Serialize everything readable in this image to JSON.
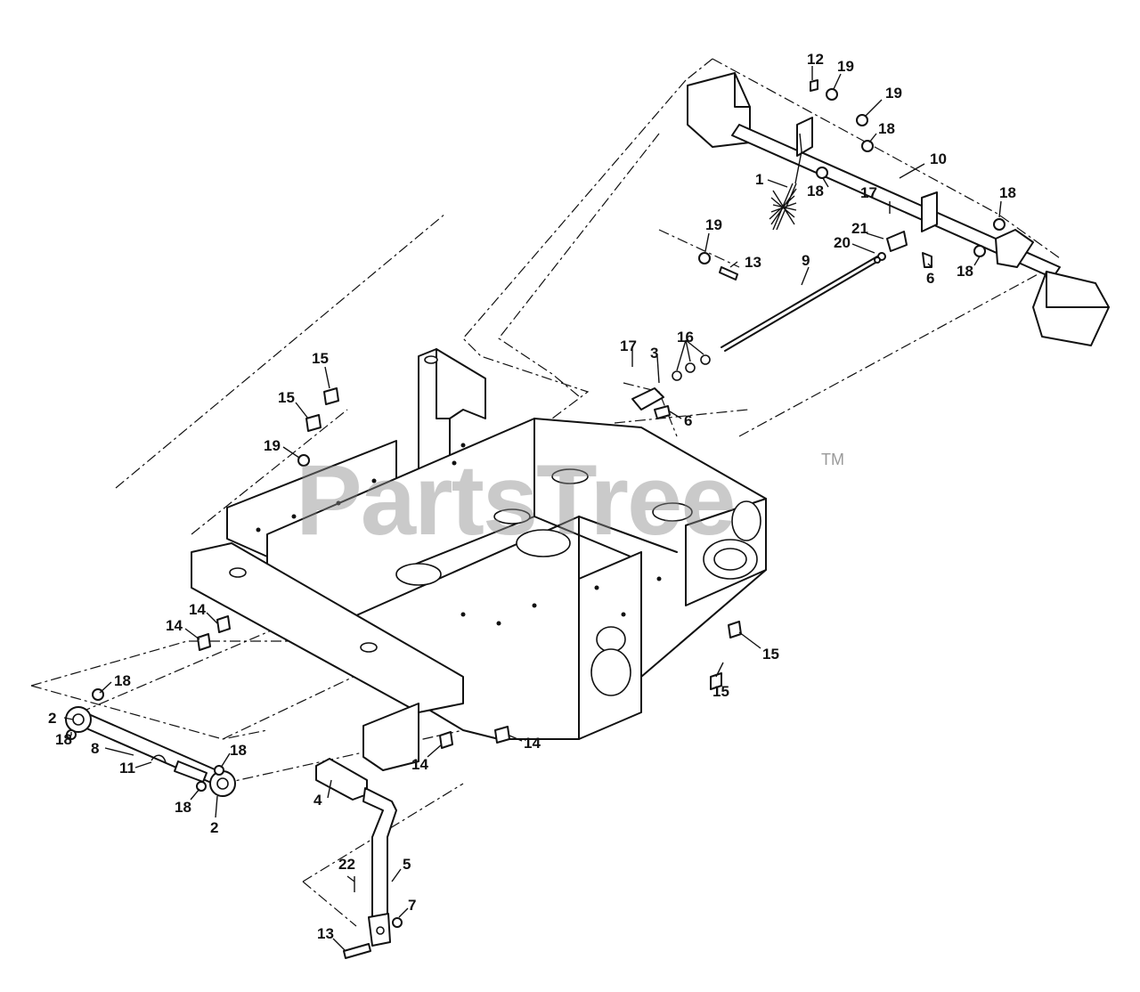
{
  "watermark": {
    "brand": "PartsTree",
    "trademark": "TM"
  },
  "callouts": {
    "c1": "1",
    "c2a": "2",
    "c2b": "2",
    "c3": "3",
    "c4": "4",
    "c5": "5",
    "c6a": "6",
    "c6b": "6",
    "c7": "7",
    "c8": "8",
    "c9": "9",
    "c10": "10",
    "c11": "11",
    "c12": "12",
    "c13a": "13",
    "c13b": "13",
    "c14a": "14",
    "c14b": "14",
    "c14c": "14",
    "c14d": "14",
    "c15a": "15",
    "c15b": "15",
    "c15c": "15",
    "c15d": "15",
    "c16": "16",
    "c17a": "17",
    "c17b": "17",
    "c18a": "18",
    "c18b": "18",
    "c18c": "18",
    "c18d": "18",
    "c18e": "18",
    "c18f": "18",
    "c18g": "18",
    "c18h": "18",
    "c19a": "19",
    "c19b": "19",
    "c19c": "19",
    "c19d": "19",
    "c20": "20",
    "c21": "21",
    "c22": "22"
  },
  "colors": {
    "line": "#111111",
    "watermark": "#8a8a8a",
    "background": "#ffffff"
  }
}
